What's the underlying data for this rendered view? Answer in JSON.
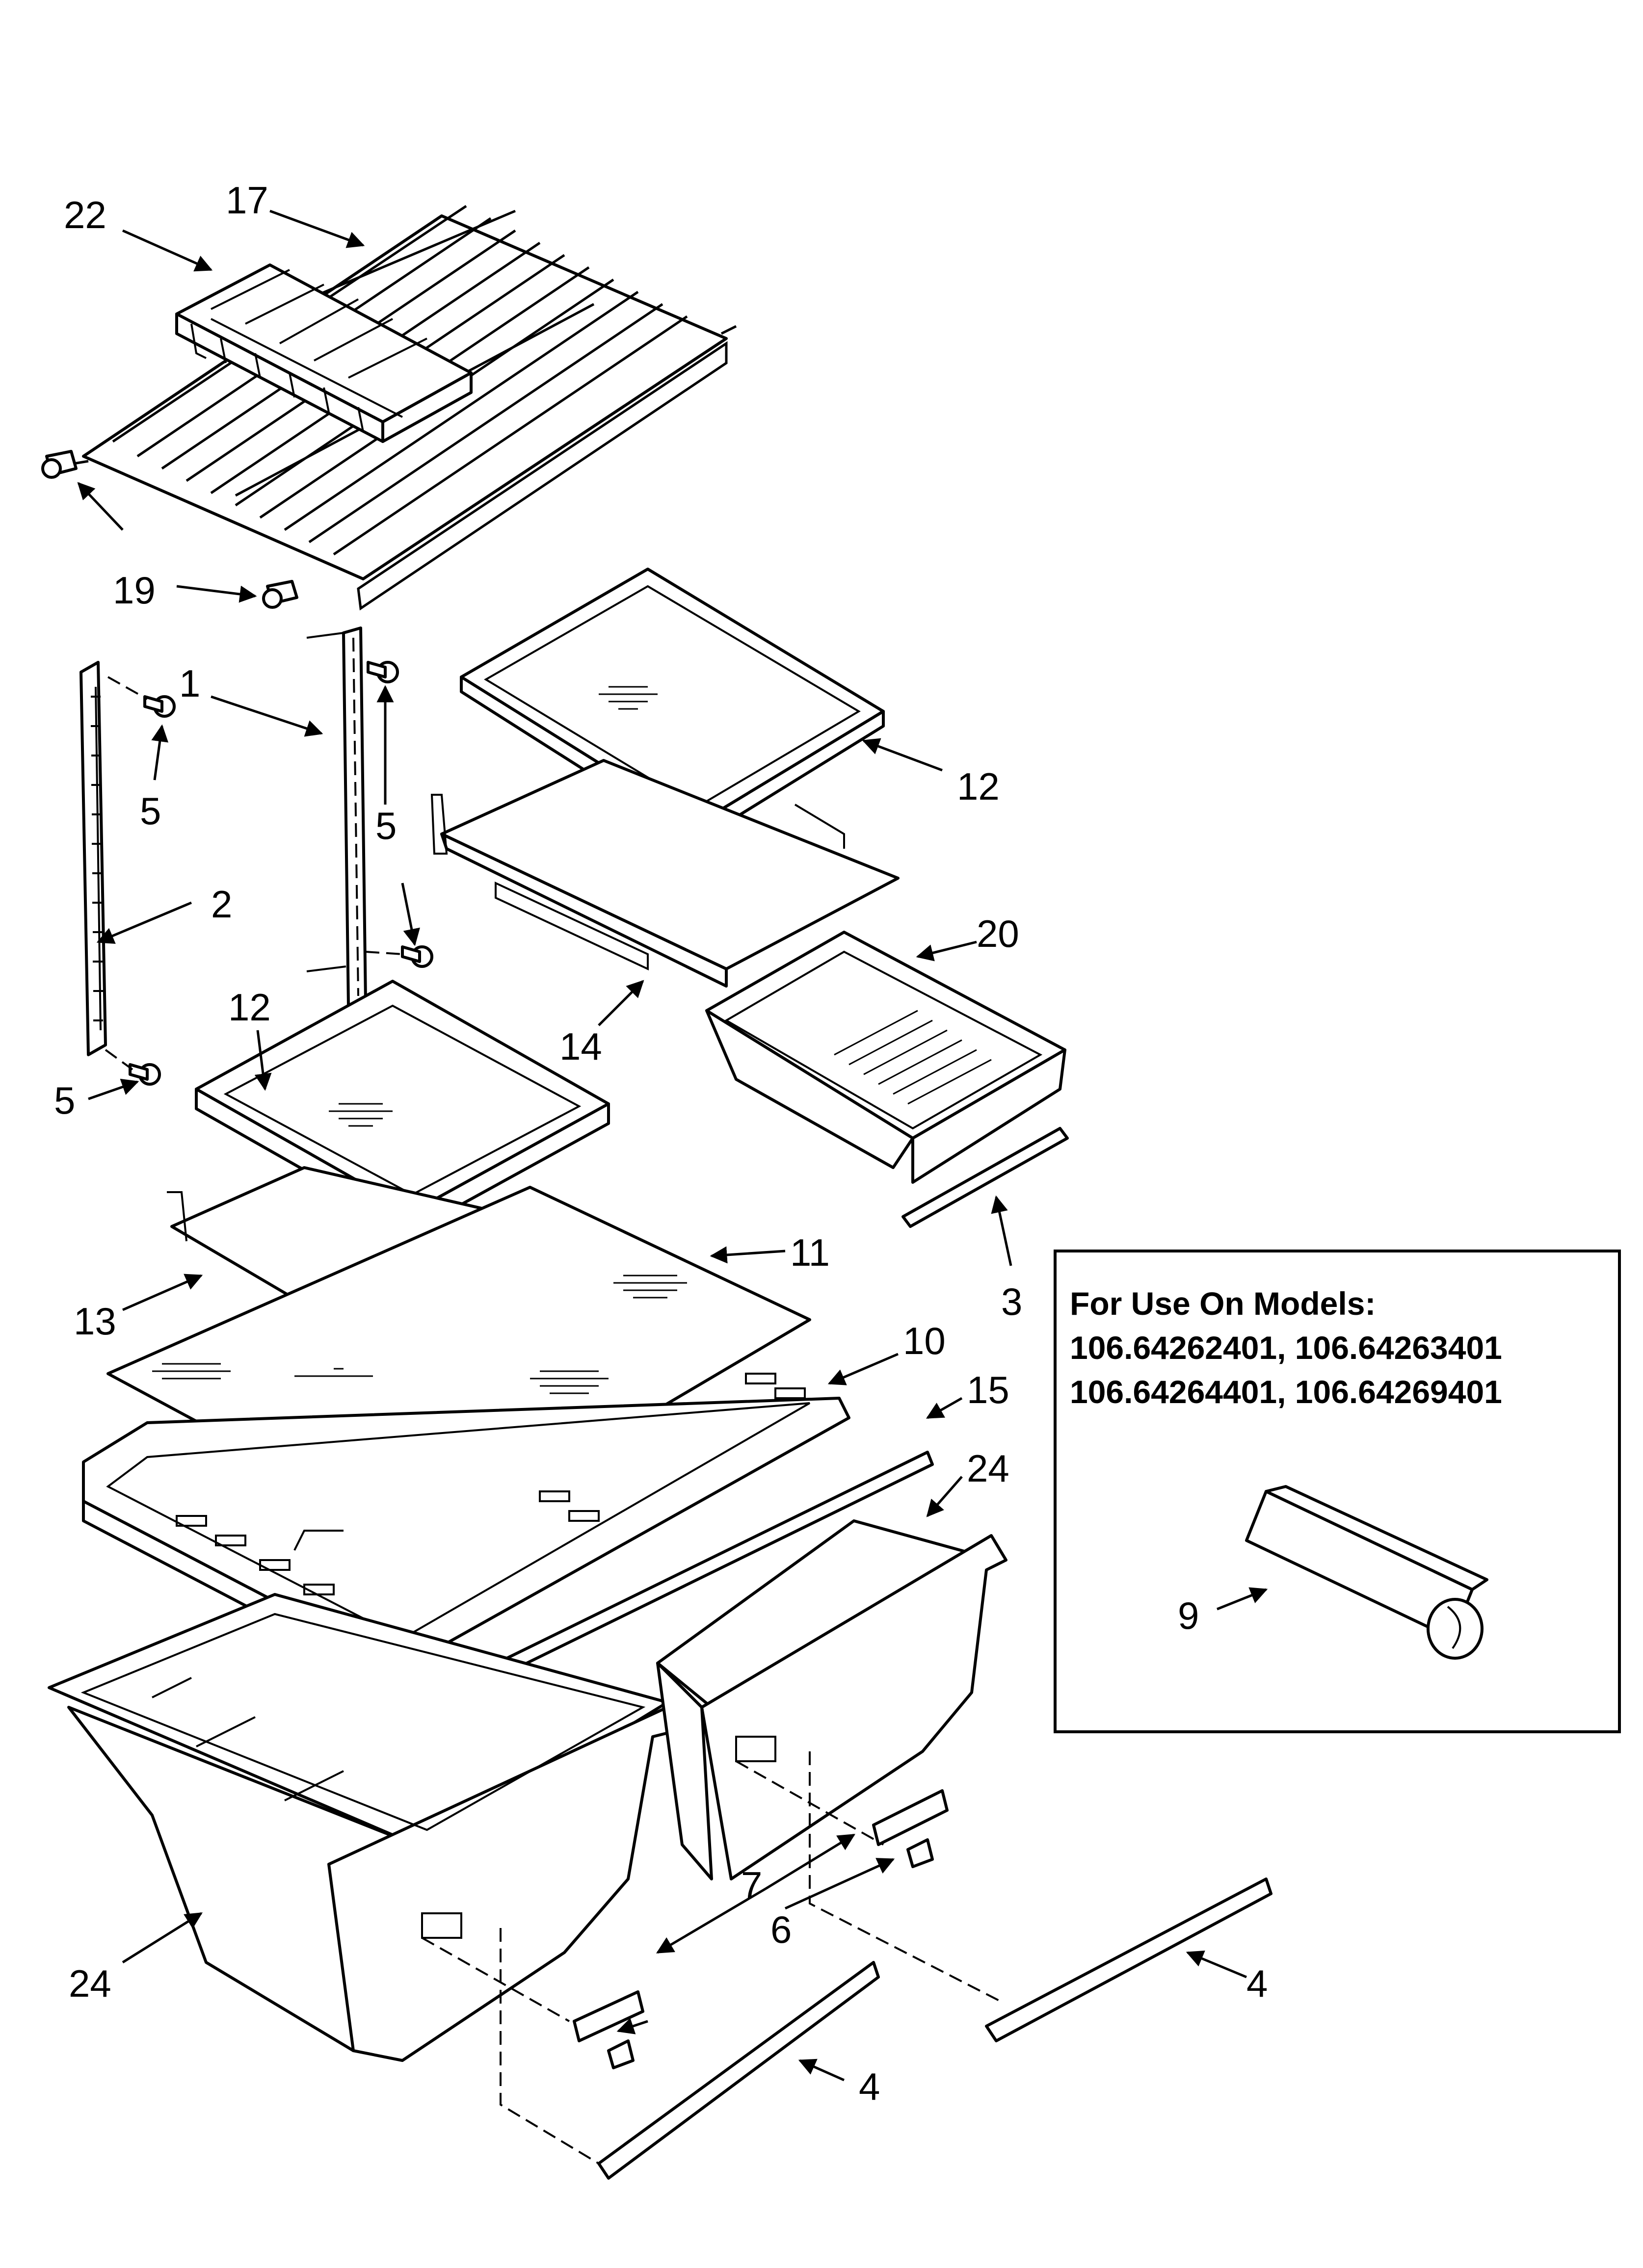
{
  "callouts": {
    "c1": "1",
    "c2": "2",
    "c3": "3",
    "c4a": "4",
    "c4b": "4",
    "c5a": "5",
    "c5b": "5",
    "c5c": "5",
    "c6": "6",
    "c7": "7",
    "c9": "9",
    "c10": "10",
    "c11": "11",
    "c12a": "12",
    "c12b": "12",
    "c13": "13",
    "c14": "14",
    "c15": "15",
    "c17": "17",
    "c19": "19",
    "c20": "20",
    "c22": "22",
    "c24a": "24",
    "c24b": "24"
  },
  "models_box": {
    "heading": "For Use On Models:",
    "line1": "106.64262401, 106.64263401",
    "line2": "106.64264401, 106.64269401"
  }
}
